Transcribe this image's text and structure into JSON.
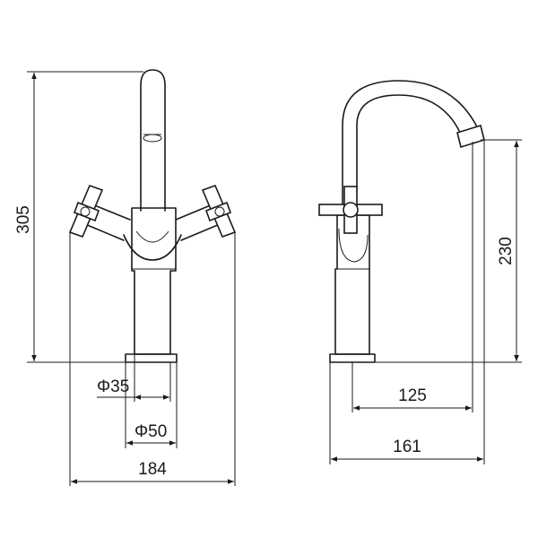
{
  "dimensions": {
    "overall_height": "305",
    "spout_height": "230",
    "stem_diameter": "Φ35",
    "base_diameter": "Φ50",
    "overall_width": "184",
    "spout_reach": "125",
    "overall_depth": "161"
  },
  "colors": {
    "line": "#1a1a1a",
    "background": "#ffffff"
  }
}
